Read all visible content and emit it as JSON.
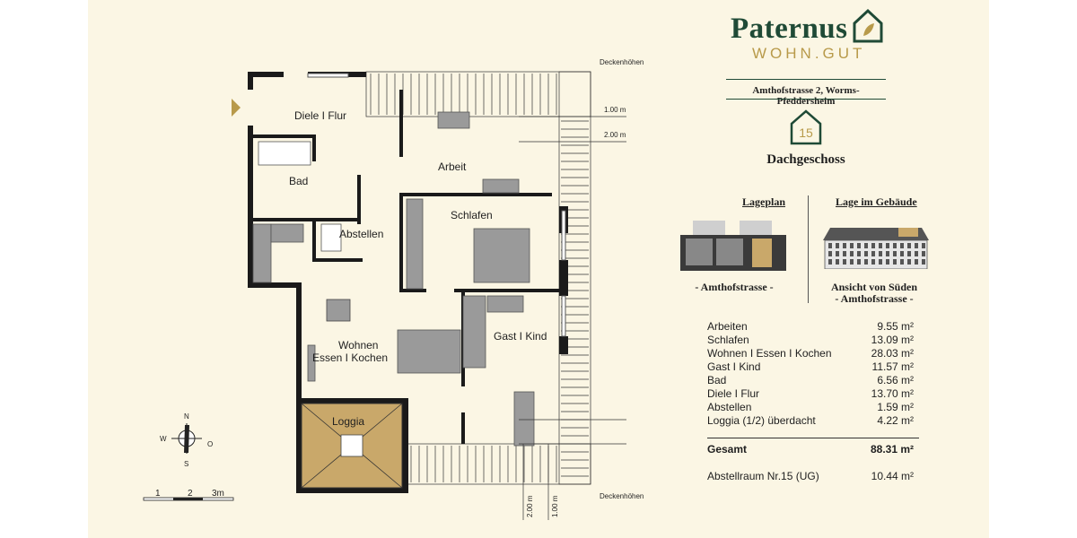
{
  "brand": {
    "name": "Paternus",
    "sub": "WOHN.GUT"
  },
  "address": "Amthofstrasse 2, Worms-Pfeddersheim",
  "unit_number": "15",
  "floor": "Dachgeschoss",
  "lageplan": {
    "title": "Lageplan",
    "caption": "- Amthofstrasse -"
  },
  "lage_gebaeude": {
    "title": "Lage im Gebäude",
    "caption_1": "Ansicht von Süden",
    "caption_2": "- Amthofstrasse -"
  },
  "rooms": [
    {
      "name": "Arbeiten",
      "area": "9.55 m²"
    },
    {
      "name": "Schlafen",
      "area": "13.09 m²"
    },
    {
      "name": "Wohnen I Essen I Kochen",
      "area": "28.03 m²"
    },
    {
      "name": "Gast I Kind",
      "area": "11.57 m²"
    },
    {
      "name": "Bad",
      "area": "6.56 m²"
    },
    {
      "name": "Diele I Flur",
      "area": "13.70 m²"
    },
    {
      "name": "Abstellen",
      "area": "1.59 m²"
    },
    {
      "name": "Loggia (1/2) überdacht",
      "area": "4.22 m²"
    }
  ],
  "total": {
    "label": "Gesamt",
    "area": "88.31 m²"
  },
  "storage": {
    "label": "Abstellraum Nr.15 (UG)",
    "area": "10.44 m²"
  },
  "plan_labels": {
    "diele": "Diele I Flur",
    "arbeit": "Arbeit",
    "bad": "Bad",
    "abstellen": "Abstellen",
    "schlafen": "Schlafen",
    "wohnen_1": "Wohnen",
    "wohnen_2": "Essen I Kochen",
    "gast": "Gast I Kind",
    "loggia": "Loggia",
    "deckenhoehen_top": "Deckenhöhen",
    "deckenhoehen_bottom": "Deckenhöhen",
    "h100": "1.00 m",
    "h200": "2.00 m",
    "v200": "2.00 m",
    "v100": "1.00 m"
  },
  "compass": {
    "n": "N",
    "s": "S",
    "w": "W",
    "o": "O"
  },
  "scale": {
    "t1": "1",
    "t2": "2",
    "t3": "3m"
  },
  "colors": {
    "brand_green": "#1f4a36",
    "brand_gold": "#b89a4a",
    "loggia": "#c9a86a",
    "wall": "#1a1a1a",
    "furniture": "#9a9a9a"
  }
}
